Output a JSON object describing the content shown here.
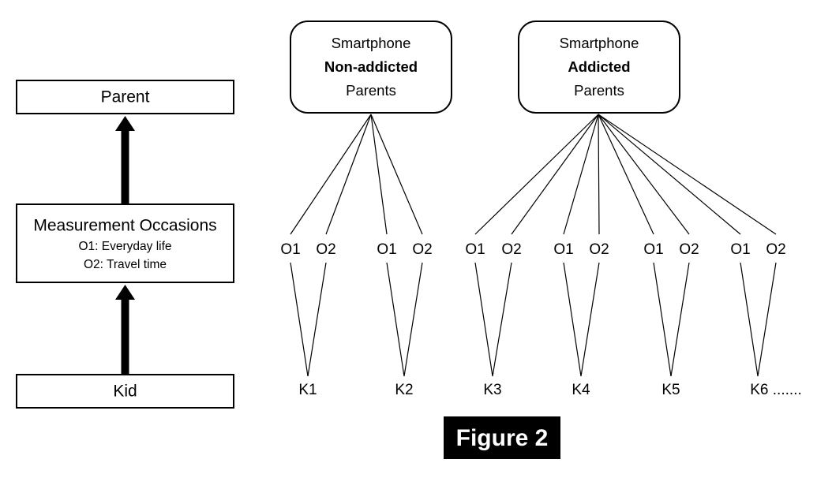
{
  "figure": {
    "caption": "Figure 2",
    "caption_bg": "#000000",
    "caption_fg": "#ffffff",
    "stroke_color": "#000000",
    "fill_color": "#ffffff"
  },
  "legend_panel": {
    "levels": [
      {
        "id": "parent",
        "label": "Parent"
      },
      {
        "id": "measurement-occasions",
        "label": "Measurement Occasions",
        "sub_lines": [
          "O1: Everyday life",
          "O2: Travel time"
        ]
      },
      {
        "id": "kid",
        "label": "Kid"
      }
    ],
    "arrows": [
      {
        "id": "kid-to-occasions",
        "direction": "up"
      },
      {
        "id": "occasions-to-parent",
        "direction": "up"
      }
    ]
  },
  "groups": [
    {
      "id": "non-addicted",
      "title_line1": "Smartphone",
      "title_line2": "Non-addicted",
      "title_line3": "Parents",
      "kids": [
        {
          "id": "k1",
          "label": "K1",
          "occasions": [
            "O1",
            "O2"
          ]
        },
        {
          "id": "k2",
          "label": "K2",
          "occasions": [
            "O1",
            "O2"
          ]
        }
      ]
    },
    {
      "id": "addicted",
      "title_line1": "Smartphone",
      "title_line2": "Addicted",
      "title_line3": "Parents",
      "kids": [
        {
          "id": "k3",
          "label": "K3",
          "occasions": [
            "O1",
            "O2"
          ]
        },
        {
          "id": "k4",
          "label": "K4",
          "occasions": [
            "O1",
            "O2"
          ]
        },
        {
          "id": "k5",
          "label": "K5",
          "occasions": [
            "O1",
            "O2"
          ]
        },
        {
          "id": "k6",
          "label": "K6 .......",
          "occasions": [
            "O1",
            "O2"
          ]
        }
      ]
    }
  ]
}
